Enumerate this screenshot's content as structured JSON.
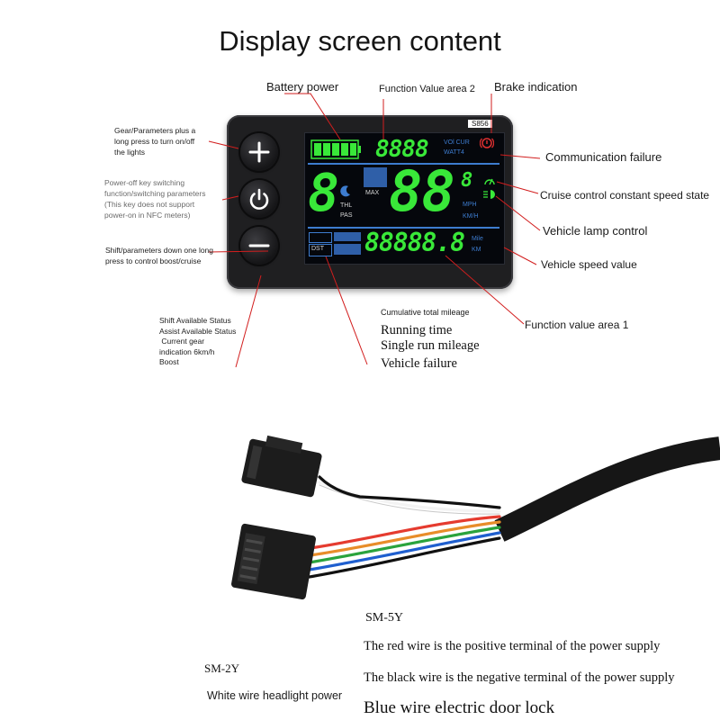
{
  "title": "Display screen content",
  "labels": {
    "battery_power": "Battery power",
    "function_value_area_2": "Function Value area 2",
    "brake_indication": "Brake indication",
    "communication_failure": "Communication failure",
    "cruise_control": "Cruise control constant speed state",
    "vehicle_lamp_control": "Vehicle lamp control",
    "vehicle_speed_value": "Vehicle speed value",
    "function_value_area_1": "Function value area 1",
    "cumulative_total_mileage": "Cumulative total mileage",
    "running_time": "Running time",
    "single_run_mileage": "Single run mileage",
    "vehicle_failure": "Vehicle failure",
    "plus_button_desc": [
      "Gear/Parameters plus a",
      "long press to turn on/off",
      "the lights"
    ],
    "power_button_desc": [
      "Power-off key switching",
      "function/switching parameters",
      "(This key does not support",
      "power-on in NFC meters)"
    ],
    "minus_button_desc": [
      "Shift/parameters down one long",
      "press to control boost/cruise"
    ],
    "status_desc": [
      "Shift Available Status",
      "Assist Available Status",
      " Current gear",
      "indication 6km/h",
      "Boost"
    ]
  },
  "display": {
    "model": "S856",
    "area2_digits": "8888",
    "vol_cur": "VOl CUR",
    "watt": "WATT4",
    "gear_digit": "8",
    "thl": "THL",
    "pas": "PAS",
    "max": "MAX",
    "speed_digits": "88",
    "speed_decimal": "8",
    "mph": "MPH",
    "kmh": "KM/H",
    "dst": "DST",
    "area1_digits": "88888.8",
    "mile": "Mile",
    "km": "KM"
  },
  "cable": {
    "sm5y": "SM-5Y",
    "sm2y": "SM-2Y",
    "red_wire": "The red wire is the positive terminal of the power supply",
    "black_wire": "The black wire is the negative terminal of the power supply",
    "white_wire": "White wire headlight power",
    "blue_wire": "Blue wire electric door lock"
  },
  "colors": {
    "leader_line": "#d21e1e",
    "segment_green": "#39e839",
    "lcd_blue": "#3d7ccf"
  }
}
